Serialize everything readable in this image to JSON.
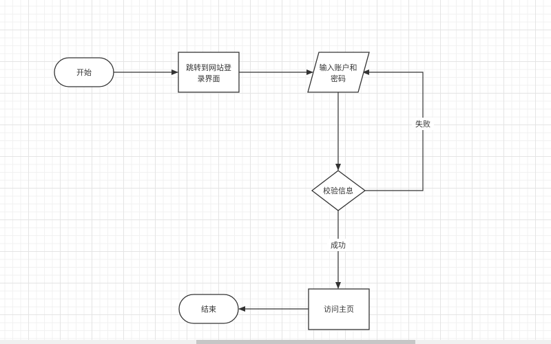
{
  "nodes": {
    "start": "开始",
    "goto_login_line1": "跳转到网站登",
    "goto_login_line2": "录界面",
    "input_line1": "输入账户和",
    "input_line2": "密码",
    "verify": "校验信息",
    "visit_home": "访问主页",
    "end": "结束"
  },
  "edges": {
    "fail": "失败",
    "success": "成功"
  },
  "colors": {
    "stroke": "#333333",
    "grid": "#e4e4e4"
  }
}
